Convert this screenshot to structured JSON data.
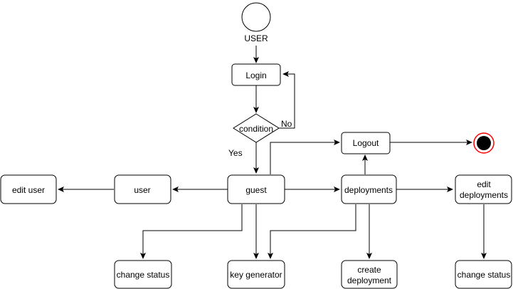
{
  "diagram": {
    "start_label": "USER",
    "nodes": {
      "login": "Login",
      "condition": "condition",
      "logout": "Logout",
      "edit_user": "edit user",
      "user": "user",
      "guest": "guest",
      "deployments": "deployments",
      "edit_deployments_line1": "edit",
      "edit_deployments_line2": "deployments",
      "change_status_left": "change status",
      "key_generator": "key generator",
      "create_deployment_line1": "create",
      "create_deployment_line2": "deployment",
      "change_status_right": "change status"
    },
    "edge_labels": {
      "no": "No",
      "yes": "Yes"
    },
    "colors": {
      "line": "#000000",
      "end_ring": "#ff0000",
      "end_fill": "#000000"
    }
  }
}
